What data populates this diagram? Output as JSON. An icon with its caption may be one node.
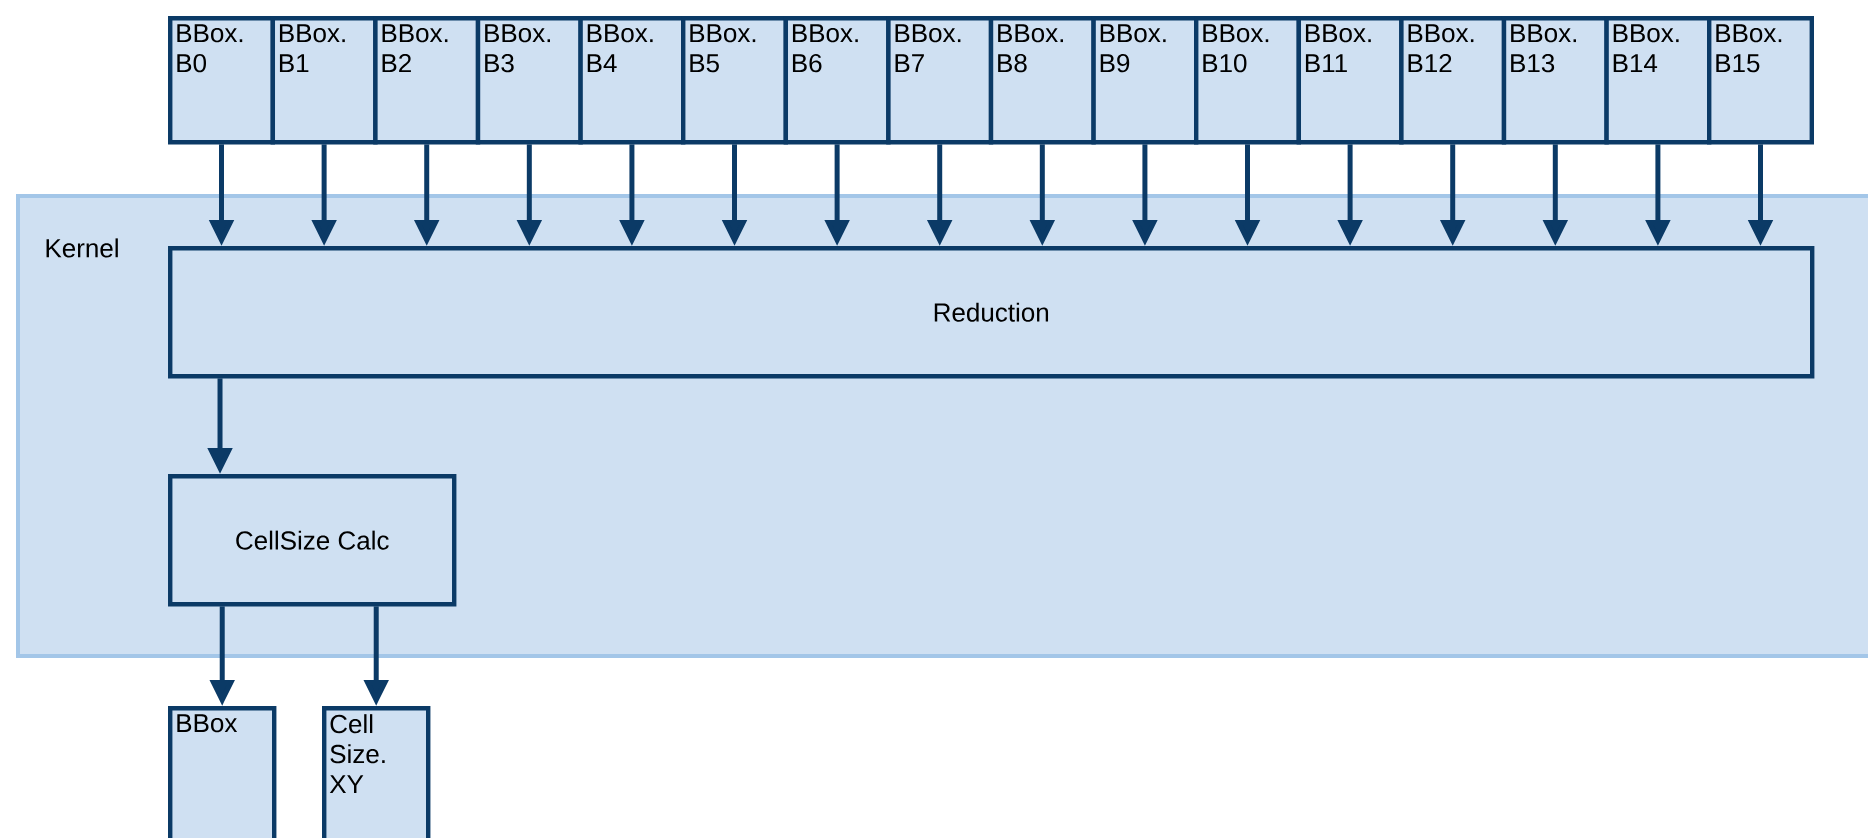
{
  "diagram": {
    "nodes": [
      {
        "text": [
          "BBox. B0"
        ]
      },
      {
        "text": [
          "BBox. B1"
        ]
      },
      {
        "text": [
          "BBox. B2"
        ]
      },
      {
        "text": [
          "BBox. B3"
        ]
      },
      {
        "text": [
          "BBox. B4"
        ]
      },
      {
        "text": [
          "BBox. B5"
        ]
      },
      {
        "text": [
          "BBox. B6"
        ]
      },
      {
        "text": [
          "BBox. B7"
        ]
      },
      {
        "text": [
          "BBox. B8"
        ]
      },
      {
        "text": [
          "BBox. B9"
        ]
      },
      {
        "text": [
          "BBox. B10"
        ]
      },
      {
        "text": [
          "BBox. B11"
        ]
      },
      {
        "text": [
          "BBox. B12"
        ]
      },
      {
        "text": [
          "BBox. B13"
        ]
      },
      {
        "text": [
          "BBox. B14"
        ]
      },
      {
        "text": [
          "BBox. B15"
        ]
      },
      {
        "text": [
          "Kernel"
        ]
      },
      {
        "text": [
          "Reduction"
        ],
        "in": 16
      },
      {
        "text": [
          "CellSize Calc"
        ],
        "in": 16
      },
      {
        "text": [
          "BBox"
        ]
      },
      {
        "text": [
          "Cell Size. XY"
        ]
      }
    ],
    "edges": [
      {
        "from": 0,
        "to": 17,
        "arrow": "to"
      },
      {
        "from": 1,
        "to": 17,
        "arrow": "to"
      },
      {
        "from": 2,
        "to": 17,
        "arrow": "to"
      },
      {
        "from": 3,
        "to": 17,
        "arrow": "to"
      },
      {
        "from": 4,
        "to": 17,
        "arrow": "to"
      },
      {
        "from": 5,
        "to": 17,
        "arrow": "to"
      },
      {
        "from": 6,
        "to": 17,
        "arrow": "to"
      },
      {
        "from": 7,
        "to": 17,
        "arrow": "to"
      },
      {
        "from": 8,
        "to": 17,
        "arrow": "to"
      },
      {
        "from": 9,
        "to": 17,
        "arrow": "to"
      },
      {
        "from": 10,
        "to": 17,
        "arrow": "to"
      },
      {
        "from": 11,
        "to": 17,
        "arrow": "to"
      },
      {
        "from": 12,
        "to": 17,
        "arrow": "to"
      },
      {
        "from": 13,
        "to": 17,
        "arrow": "to"
      },
      {
        "from": 14,
        "to": 17,
        "arrow": "to"
      },
      {
        "from": 15,
        "to": 17,
        "arrow": "to"
      },
      {
        "from": 17,
        "to": 18,
        "arrow": "to"
      },
      {
        "from": 18,
        "to": 19,
        "arrow": "to"
      },
      {
        "from": 18,
        "to": 20,
        "arrow": "to"
      }
    ]
  }
}
